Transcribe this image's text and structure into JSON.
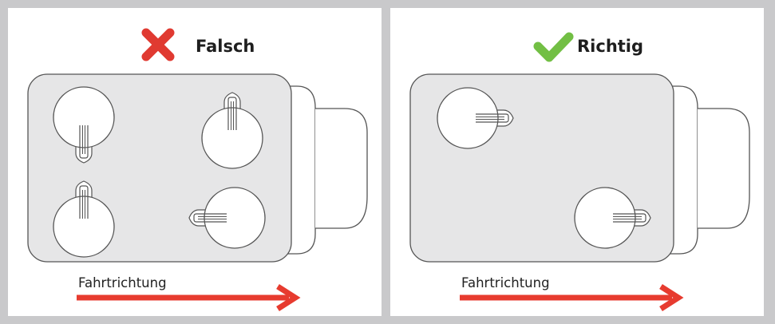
{
  "panels": [
    {
      "id": "wrong",
      "title": "Falsch",
      "status": "incorrect",
      "status_icon": "cross-icon",
      "status_color": "#e03a31",
      "direction_label": "Fahrtrichtung",
      "arrow_color": "#e73b2f"
    },
    {
      "id": "right",
      "title": "Richtig",
      "status": "correct",
      "status_icon": "checkmark-icon",
      "status_color": "#72bf44",
      "direction_label": "Fahrtrichtung",
      "arrow_color": "#e73b2f"
    }
  ],
  "colors": {
    "frame": "#c9c9cb",
    "panel_background": "#ffffff",
    "vehicle_fill": "#e6e6e7",
    "outline": "#555555"
  }
}
